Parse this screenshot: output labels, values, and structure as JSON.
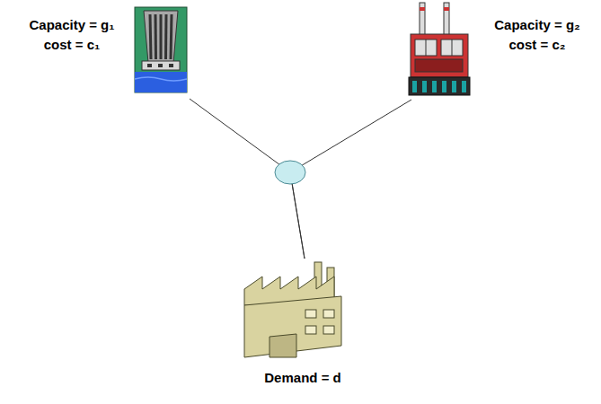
{
  "diagram": {
    "nodes": [
      {
        "text": [
          "Capacity = g₁",
          "cost = c₁"
        ]
      },
      {
        "text": [
          "Capacity = g₂",
          "cost = c₂"
        ]
      },
      {
        "text": [
          "Demand = d"
        ]
      }
    ],
    "edges": [
      {
        "from": 0,
        "to": 2,
        "arrow": "none"
      },
      {
        "from": 1,
        "to": 2,
        "arrow": "none"
      }
    ]
  }
}
